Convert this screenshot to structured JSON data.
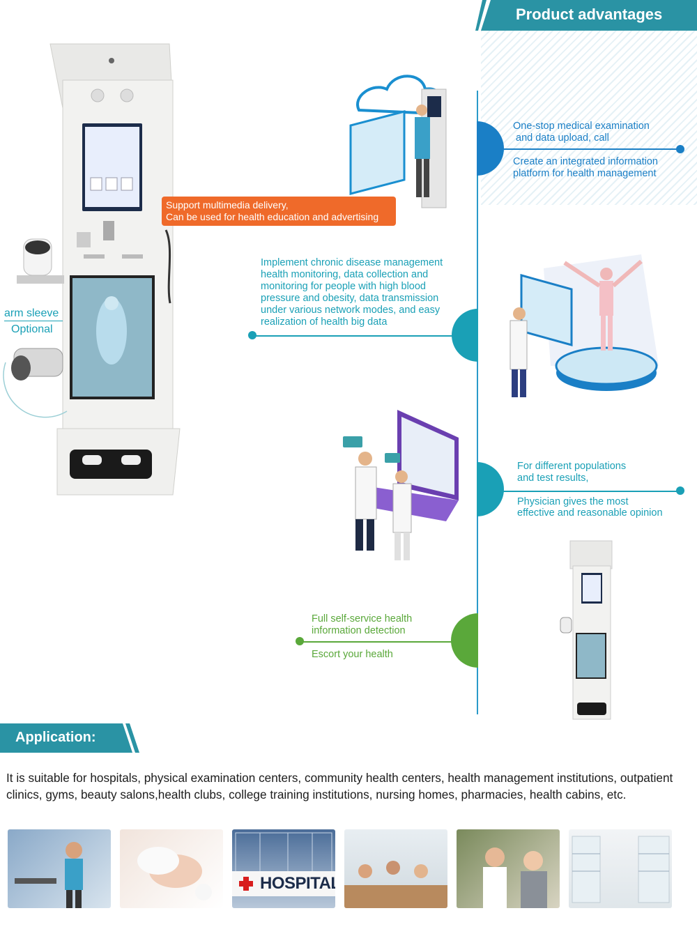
{
  "header": {
    "title": "Product advantages"
  },
  "promo": {
    "line1": "Support multimedia delivery,",
    "line2": "Can be used for health education and advertising"
  },
  "optional": {
    "line1": "arm sleeve",
    "line2": "Optional"
  },
  "features": {
    "f1": {
      "line1": "One-stop medical examination",
      "line2": "and data upload, call",
      "line3": "Create an integrated information",
      "line4": "platform for health management"
    },
    "f2": {
      "lines": [
        "Implement chronic disease management",
        "health monitoring, data collection and",
        "monitoring for people with high blood",
        "pressure and obesity, data transmission",
        "under various network modes, and easy",
        "realization of health big data"
      ]
    },
    "f3": {
      "line1": "For different populations",
      "line2": "and test results,",
      "line3": "Physician gives the most",
      "line4": "effective and reasonable opinion"
    },
    "f4": {
      "line1": "Full self-service health",
      "line2": "information detection",
      "line3": "Escort your health"
    }
  },
  "application": {
    "title": "Application:",
    "description": "It is suitable for hospitals, physical examination centers, community health centers, health management institutions, outpatient clinics, gyms, beauty salons,health clubs, college training institutions, nursing homes, pharmacies, health cabins, etc.",
    "hospital_sign": "HOSPITAL"
  },
  "colors": {
    "teal": "#2a93a4",
    "blue": "#1a7fc6",
    "green": "#5aa83a",
    "orange": "#ef6a2a"
  }
}
